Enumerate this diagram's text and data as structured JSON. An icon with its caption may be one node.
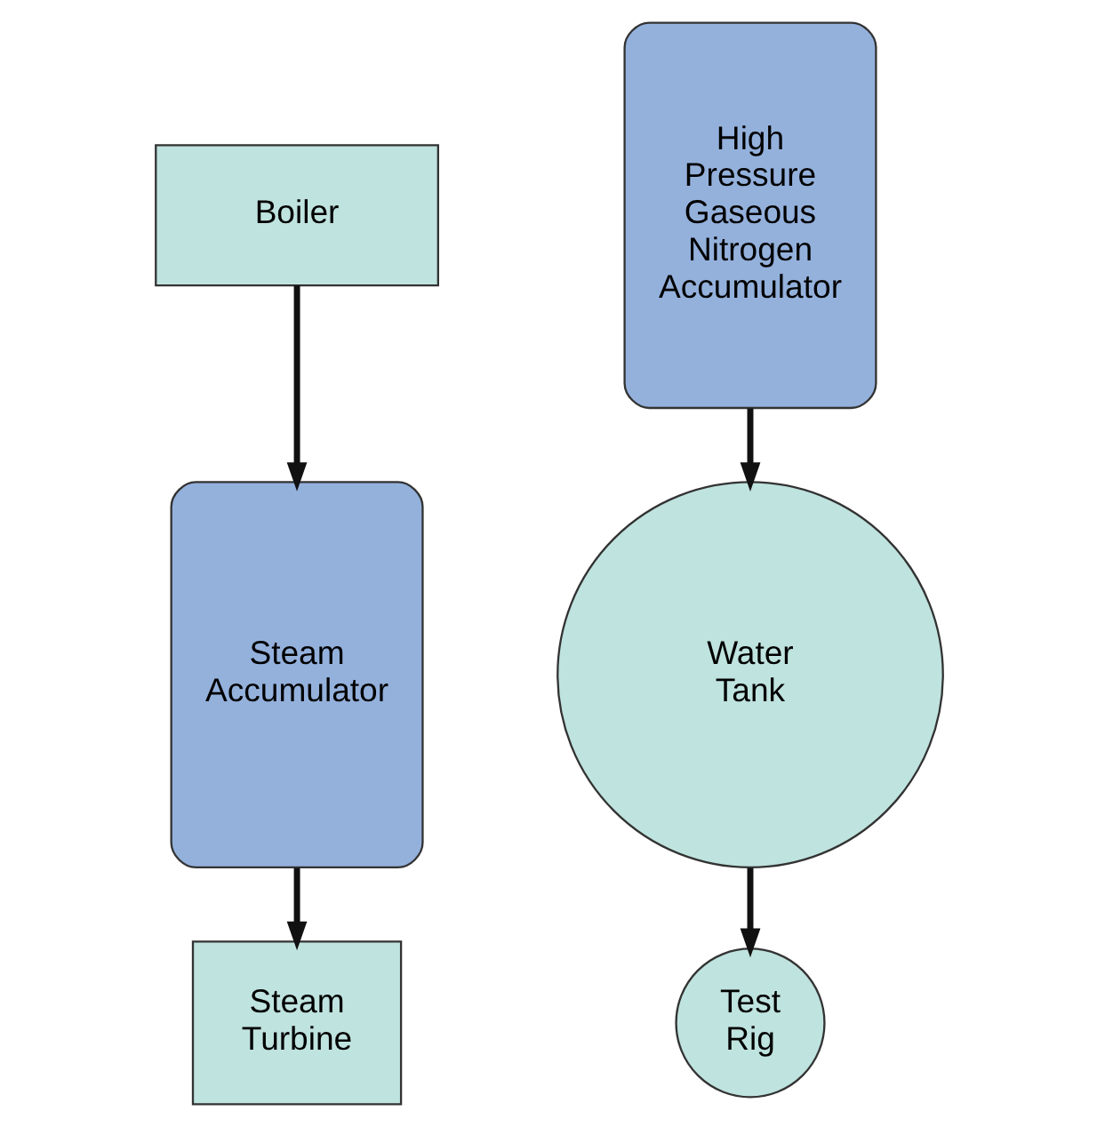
{
  "diagram": {
    "nodes": [
      {
        "text": [
          "Boiler"
        ]
      },
      {
        "text": [
          "Steam Accumulator"
        ]
      },
      {
        "text": [
          "High Pressure Gaseous Nitrogen Accumulator"
        ]
      },
      {
        "text": [
          "Water Tank"
        ]
      },
      {
        "text": [
          "Steam Turbine"
        ]
      },
      {
        "text": [
          "Test Rig"
        ]
      }
    ],
    "edges": [
      {
        "from": 0,
        "to": 1,
        "arrow": "to"
      },
      {
        "from": 1,
        "to": 4,
        "arrow": "to"
      },
      {
        "from": 2,
        "to": 3,
        "arrow": "to"
      },
      {
        "from": 3,
        "to": 5,
        "arrow": "to"
      }
    ]
  }
}
